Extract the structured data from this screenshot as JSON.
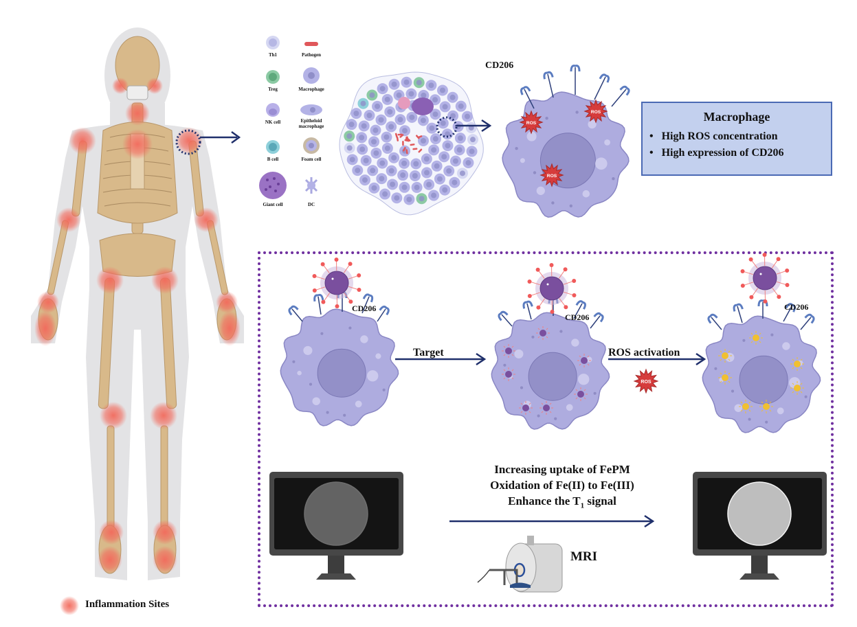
{
  "figure": {
    "body_panel": {
      "legend_label": "Inflammation Sites",
      "colors": {
        "skin": "#e0e0e2",
        "bone": "#d8b98a",
        "inflammation": "#f26a5c",
        "cartilage": "#c6d3df"
      }
    },
    "cell_legend": {
      "items": [
        {
          "name": "Th1",
          "color": "#c2c6ec"
        },
        {
          "name": "Pathogen",
          "color": "#e0575a"
        },
        {
          "name": "Treg",
          "color": "#6cb88a"
        },
        {
          "name": "Macrophage",
          "color": "#a9a8e0"
        },
        {
          "name": "NK cell",
          "color": "#a8a0e0"
        },
        {
          "name": "Epitheloid macrophage",
          "color": "#a9a8e0"
        },
        {
          "name": "B cell",
          "color": "#6ab8c6"
        },
        {
          "name": "Foam cell",
          "color": "#c8b89a"
        },
        {
          "name": "Giant cell",
          "color": "#8a60b4"
        },
        {
          "name": "DC",
          "color": "#a9a8e0"
        }
      ]
    },
    "top_macrophage": {
      "receptor_label": "CD206",
      "ros_label": "ROS",
      "ros_count": 3
    },
    "macrophage_box": {
      "title": "Macrophage",
      "bullets": [
        "High ROS concentration",
        "High expression of CD206"
      ],
      "colors": {
        "fill": "#c3d0ee",
        "border": "#4a69b4"
      }
    },
    "process": {
      "cells": [
        {
          "state": "bound",
          "receptor_label": "CD206"
        },
        {
          "state": "internalized",
          "receptor_label": "CD206"
        },
        {
          "state": "activated",
          "receptor_label": "CD206"
        }
      ],
      "arrow1_label": "Target",
      "arrow2_label": "ROS activation",
      "ros_label": "ROS"
    },
    "imaging": {
      "lines": [
        "Increasing uptake of FePM",
        "Oxidation of Fe(II) to Fe(III)",
        "Enhance the T",
        "1",
        " signal"
      ],
      "mri_label": "MRI",
      "before_signal": "dim",
      "after_signal": "bright"
    },
    "colors": {
      "arrow": "#1f2f6b",
      "frame": "#7030a0",
      "cell_body": "#aeacdf",
      "cell_outline": "#8a87c4",
      "nucleus": "#9390c8",
      "ros": "#d63c3c",
      "particle": "#7a4f9e",
      "receptor": "#5b7cc0",
      "fe3": "#f0c030"
    }
  }
}
